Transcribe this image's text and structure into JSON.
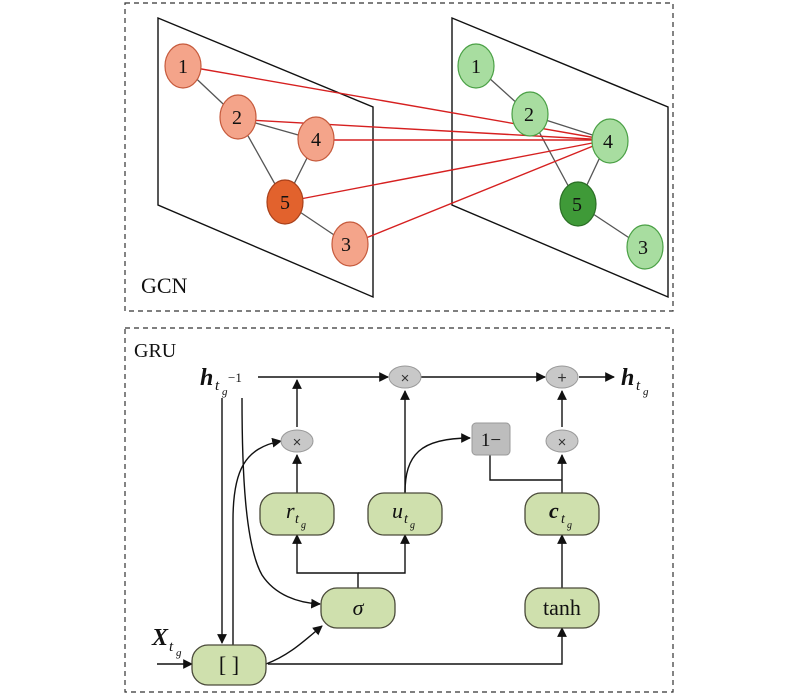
{
  "panels": {
    "top_label": "GCN",
    "bottom_label": "GRU"
  },
  "graph_nodes": {
    "left": [
      "1",
      "2",
      "4",
      "5",
      "3"
    ],
    "right": [
      "1",
      "2",
      "4",
      "5",
      "3"
    ]
  },
  "colors": {
    "left_node_fill": "#f4a48a",
    "left_node_stroke": "#c65a3c",
    "left_dark_fill": "#e2622d",
    "right_node_fill": "#a8dda0",
    "right_node_stroke": "#4aa045",
    "right_dark_fill": "#3f9a38",
    "cross_edge": "#d62020",
    "gru_box_fill": "#cfe0ad",
    "gru_box_stroke": "#4a4a3a",
    "op_fill": "#c8c8c8"
  },
  "gru": {
    "h_prev": {
      "base": "h",
      "sub": "t",
      "subsub": "g",
      "suffix": "−1"
    },
    "h_out": {
      "base": "h",
      "sub": "t",
      "subsub": "g"
    },
    "x_in": {
      "base": "X",
      "sub": "t",
      "subsub": "g"
    },
    "r_box": {
      "base": "r",
      "sub": "t",
      "subsub": "g"
    },
    "u_box": {
      "base": "u",
      "sub": "t",
      "subsub": "g"
    },
    "c_box": {
      "base": "c",
      "sub": "t",
      "subsub": "g"
    },
    "sigma": "σ",
    "tanh": "tanh",
    "concat": "[ ]",
    "one_minus": "1−",
    "times": "×",
    "plus": "+"
  }
}
